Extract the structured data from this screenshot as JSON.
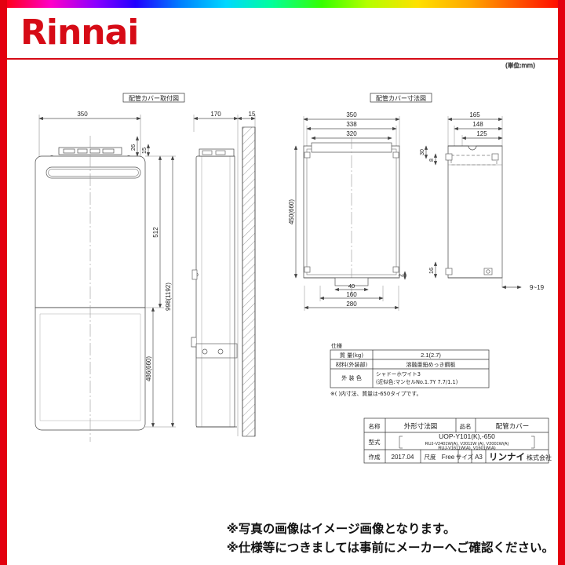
{
  "brand": {
    "logo_text": "Rinnai",
    "logo_color": "#d60b16",
    "accent_color": "#e3000f"
  },
  "drawing": {
    "unit_note": "(単位:mm)",
    "left_view_title": "配管カバー取付図",
    "right_view_title": "配管カバー寸法図",
    "left_view": {
      "dims": {
        "width_350": "350",
        "top_26": "26",
        "top_15": "15",
        "height_512": "512",
        "height_998": "998(1192)",
        "height_486": "486(660)",
        "side_170": "170",
        "side_15": "15"
      }
    },
    "right_view": {
      "dims": {
        "w_350": "350",
        "w_338": "338",
        "w_320": "320",
        "h_450": "450(660)",
        "d_165": "165",
        "d_148": "148",
        "d_125": "125",
        "d_30": "30",
        "d_8": "8",
        "d_2": "2",
        "d_16": "16",
        "b_40": "40",
        "b_160": "160",
        "b_280": "280",
        "gap_9_19": "9~19"
      }
    }
  },
  "spec_table": {
    "caption": "仕様",
    "rows": [
      {
        "label": "質 量(kg)",
        "value": "2.1(2.7)"
      },
      {
        "label": "材料(外装部)",
        "value": "溶融亜鉛めっき鋼板"
      },
      {
        "label": "外 装 色",
        "value": "シャドーホワイト3\n(近似色:マンセルNo.1.7Y 7.7/1.1)"
      }
    ],
    "footnote": "※( )内寸法、質量は-650タイプです。"
  },
  "title_block": {
    "name_label": "名称",
    "name_value": "外形寸法図",
    "item_label": "品名",
    "item_value": "配管カバー",
    "model_label": "型式",
    "model_main": "UOP-Y101(K),-650",
    "model_sub1": "RUJ-V2401W(A), V2011W (A), V2001W(A)",
    "model_sub2": "RUJ-V1611W(A), V1601W(A)",
    "created_label": "作成",
    "created_value": "2017.04",
    "scale_label": "尺度",
    "scale_value": "Free",
    "size_label": "サイズ",
    "size_value": "A3",
    "company_logo": "リンナイ",
    "company_suffix": "株式会社"
  },
  "footer_notice": {
    "line1": "※写真の画像はイメージ画像となります。",
    "line2": "※仕様等につきましては事前にメーカーへご確認ください。"
  }
}
